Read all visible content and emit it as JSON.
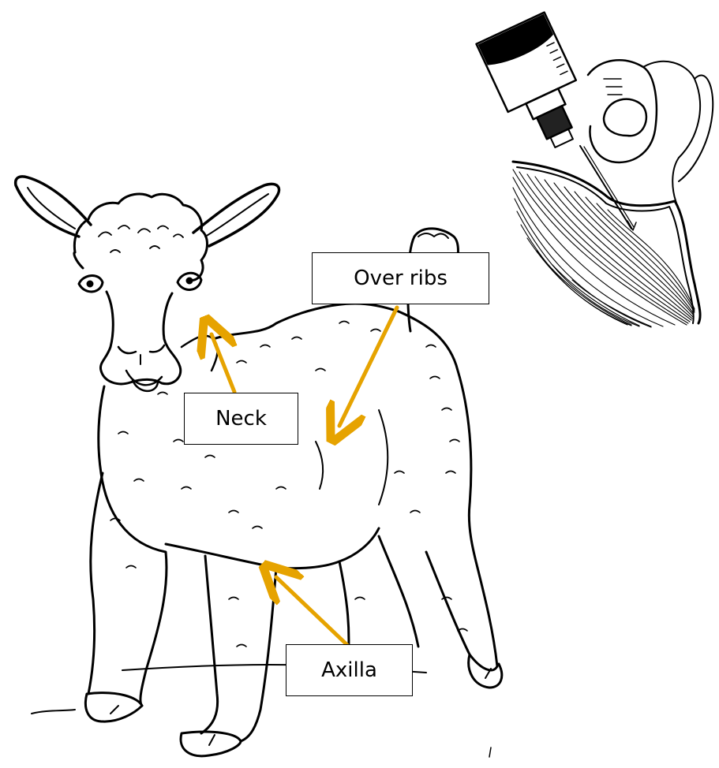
{
  "labels": {
    "over_ribs": "Over ribs",
    "neck": "Neck",
    "axilla": "Axilla"
  },
  "colors": {
    "arrow": "#E6A300",
    "line": "#000000",
    "box_border": "#000000",
    "background": "#FFFFFF"
  },
  "illustrations": [
    "lamb-drawing",
    "syringe-injection-inset"
  ]
}
